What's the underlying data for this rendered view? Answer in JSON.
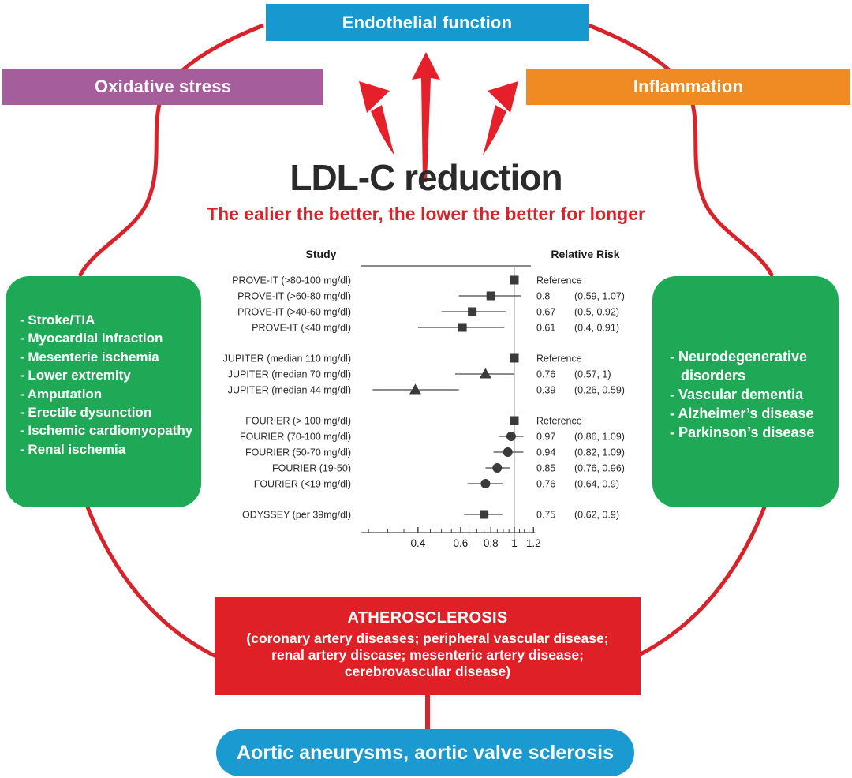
{
  "title": "LDL-C reduction",
  "subtitle": "The ealier the better, the lower the better for longer",
  "colors": {
    "accent_red": "#d8232a",
    "arrow_red": "#e6202a",
    "green_box": "#1fa855",
    "blue_banner": "#1798cf",
    "purple_banner": "#a55d9c",
    "orange_banner": "#ef8b22",
    "red_box": "#df2127",
    "blue_pill": "#1b9ad2"
  },
  "banners": {
    "endothelial": "Endothelial function",
    "oxidative": "Oxidative stress",
    "inflammation": "Inflammation"
  },
  "left_box": {
    "items": [
      "- Stroke/TIA",
      "- Myocardial infraction",
      "- Mesenterie ischemia",
      "- Lower extremity",
      "- Amputation",
      "- Erectile dysunction",
      "- Ischemic cardiomyopathy",
      "- Renal ischemia"
    ]
  },
  "right_box": {
    "items": [
      "- Neurodegenerative disorders",
      "- Vascular dementia",
      "- Alzheimer’s disease",
      "- Parkinson’s disease"
    ]
  },
  "bottom_box": {
    "title": "ATHEROSCLEROSIS",
    "lines": [
      "(coronary artery diseases; peripheral vascular disease;",
      "renal artery discase; mesenteric artery disease;",
      "cerebrovascular disease)"
    ]
  },
  "bottom_pill": "Aortic aneurysms, aortic valve sclerosis",
  "chart_data": {
    "type": "forest",
    "col_study": "Study",
    "col_rr": "Relative Risk",
    "axis": {
      "scale": "log",
      "line_min": 0.23,
      "line_max": 1.2,
      "major_ticks": [
        0.4,
        0.6,
        0.8,
        1,
        1.2
      ],
      "tick_labels": [
        "0.4",
        "0.6",
        "0.8",
        "1",
        "1.2"
      ],
      "minor_tick_step": 0.05,
      "minor_tick_start": 0.25,
      "ref_line": 1
    },
    "rows": [
      {
        "label": "PROVE-IT (>80-100 mg/dl)",
        "marker": "square",
        "est": 1,
        "rr": "Reference"
      },
      {
        "label": "PROVE-IT (>60-80 mg/dl)",
        "marker": "square",
        "est": 0.8,
        "lo": 0.59,
        "hi": 1.07,
        "rr": "0.8",
        "ci": "(0.59, 1.07)"
      },
      {
        "label": "PROVE-IT (>40-60 mg/dl)",
        "marker": "square",
        "est": 0.67,
        "lo": 0.5,
        "hi": 0.92,
        "rr": "0.67",
        "ci": "(0.5, 0.92)"
      },
      {
        "label": "PROVE-IT (<40 mg/dl)",
        "marker": "square",
        "est": 0.61,
        "lo": 0.4,
        "hi": 0.91,
        "rr": "0.61",
        "ci": "(0.4, 0.91)"
      },
      {
        "label": "JUPITER (median 110 mg/dl)",
        "marker": "square",
        "est": 1,
        "rr": "Reference",
        "gap_before": true
      },
      {
        "label": "JUPITER (median 70 mg/dl)",
        "marker": "triangle",
        "est": 0.76,
        "lo": 0.57,
        "hi": 1.0,
        "rr": "0.76",
        "ci": "(0.57, 1)"
      },
      {
        "label": "JUPITER (median 44 mg/dl)",
        "marker": "triangle",
        "est": 0.39,
        "lo": 0.26,
        "hi": 0.59,
        "rr": "0.39",
        "ci": "(0.26, 0.59)"
      },
      {
        "label": "FOURIER (> 100 mg/dl)",
        "marker": "square",
        "est": 1,
        "rr": "Reference",
        "gap_before": true
      },
      {
        "label": "FOURIER (70-100 mg/dl)",
        "marker": "circle",
        "est": 0.97,
        "lo": 0.86,
        "hi": 1.09,
        "rr": "0.97",
        "ci": "(0.86, 1.09)"
      },
      {
        "label": "FOURIER (50-70 mg/dl)",
        "marker": "circle",
        "est": 0.94,
        "lo": 0.82,
        "hi": 1.09,
        "rr": "0.94",
        "ci": "(0.82, 1.09)"
      },
      {
        "label": "FOURIER (19-50)",
        "marker": "circle",
        "est": 0.85,
        "lo": 0.76,
        "hi": 0.96,
        "rr": "0.85",
        "ci": "(0.76, 0.96)"
      },
      {
        "label": "FOURIER (<19 mg/dl)",
        "marker": "circle",
        "est": 0.76,
        "lo": 0.64,
        "hi": 0.9,
        "rr": "0.76",
        "ci": "(0.64, 0.9)"
      },
      {
        "label": "ODYSSEY (per 39mg/dl)",
        "marker": "square",
        "est": 0.75,
        "lo": 0.62,
        "hi": 0.9,
        "rr": "0.75",
        "ci": "(0.62, 0.9)",
        "gap_before": true
      }
    ]
  }
}
